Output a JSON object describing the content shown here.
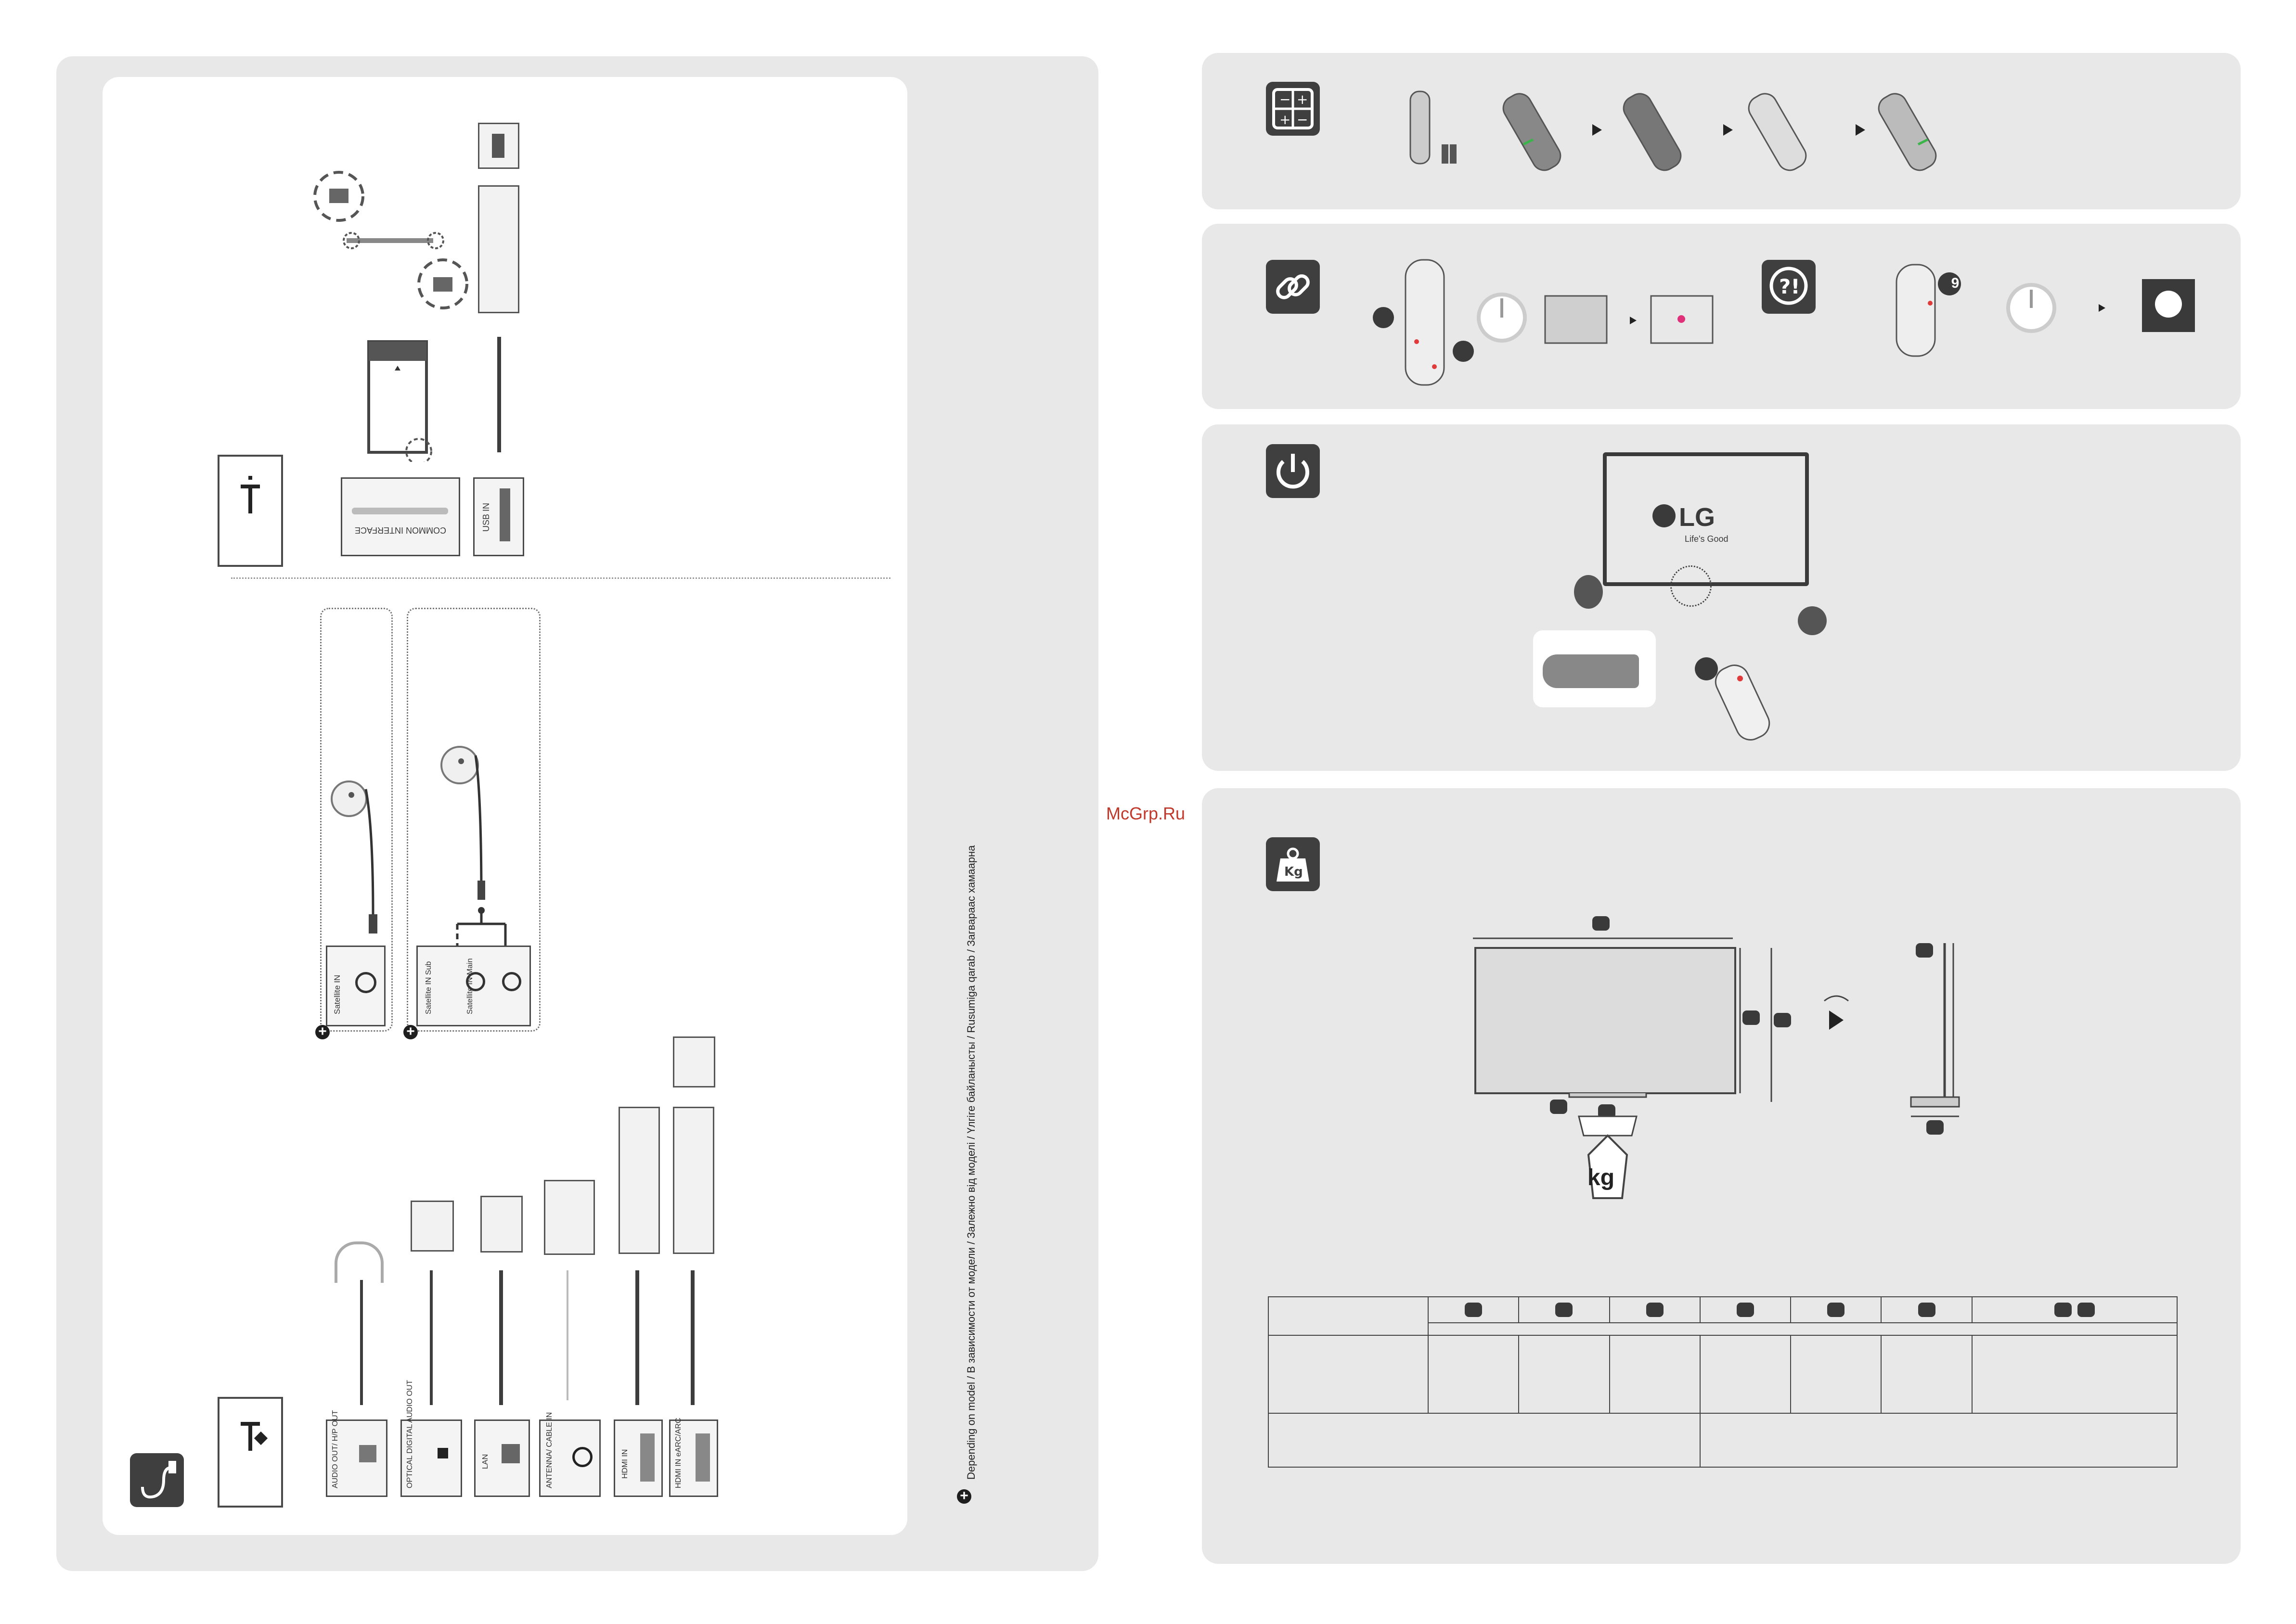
{
  "left_panel": {
    "top_ports": {
      "common_interface_label": "COMMON INTERFACE",
      "usb_in_label": "USB IN"
    },
    "satellite": {
      "single_label": "Satellite IN",
      "dual_sub_label": "Satellite IN\nSub",
      "dual_main_label": "Satellite IN\nMain"
    },
    "bottom_ports": [
      {
        "id": "audio-out",
        "label": "AUDIO OUT/\nH/P OUT"
      },
      {
        "id": "optical",
        "label": "OPTICAL DIGITAL\nAUDIO OUT"
      },
      {
        "id": "lan",
        "label": "LAN"
      },
      {
        "id": "antenna",
        "label": "ANTENNA/\nCABLE IN"
      },
      {
        "id": "hdmi",
        "label": "HDMI IN"
      },
      {
        "id": "hdmi-earc",
        "label": "HDMI IN\neARC/ARC"
      }
    ],
    "model_note": "Depending on model / В зависимости от модели / Залежно від моделі / Үлгіге байланысты / Rusumiga qarab / Загвараас хамаарна"
  },
  "power_panel": {
    "brand": "LG",
    "tagline": "Life's Good"
  },
  "support_panel": {
    "button_number": "9"
  },
  "weight_panel": {
    "kg_label": "kg"
  },
  "watermark": "McGrp.Ru",
  "colors": {
    "panel_bg": "#e8e8e8",
    "icon_bg": "#3f3f3f",
    "accent_red": "#e03a3a",
    "accent_green": "#3bb54a",
    "accent_pink": "#e0307a",
    "watermark": "#c0392b"
  }
}
